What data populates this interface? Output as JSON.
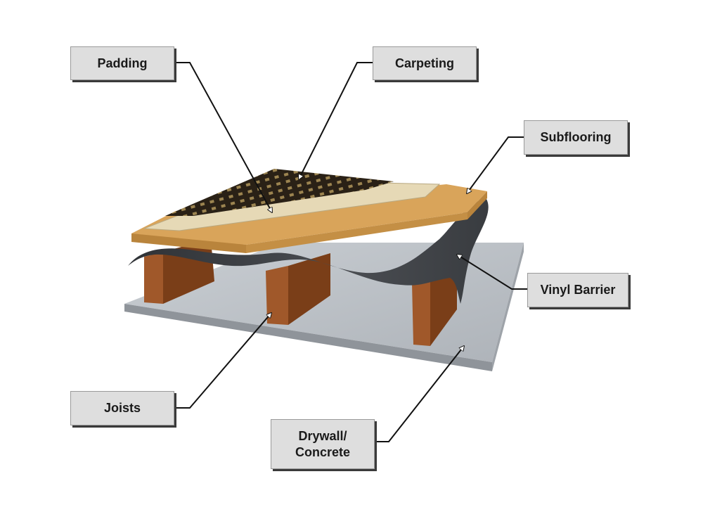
{
  "labels": {
    "padding": "Padding",
    "carpeting": "Carpeting",
    "subflooring": "Subflooring",
    "vinyl_barrier": "Vinyl Barrier",
    "joists": "Joists",
    "drywall_concrete": "Drywall/\nConcrete"
  },
  "colors": {
    "slab": "#b9bec4",
    "joist": "#8a4a1e",
    "barrier": "#3c3f44",
    "subfloor": "#d9a45a",
    "padding": "#e6d9b6",
    "carpet": "#2e2519"
  }
}
